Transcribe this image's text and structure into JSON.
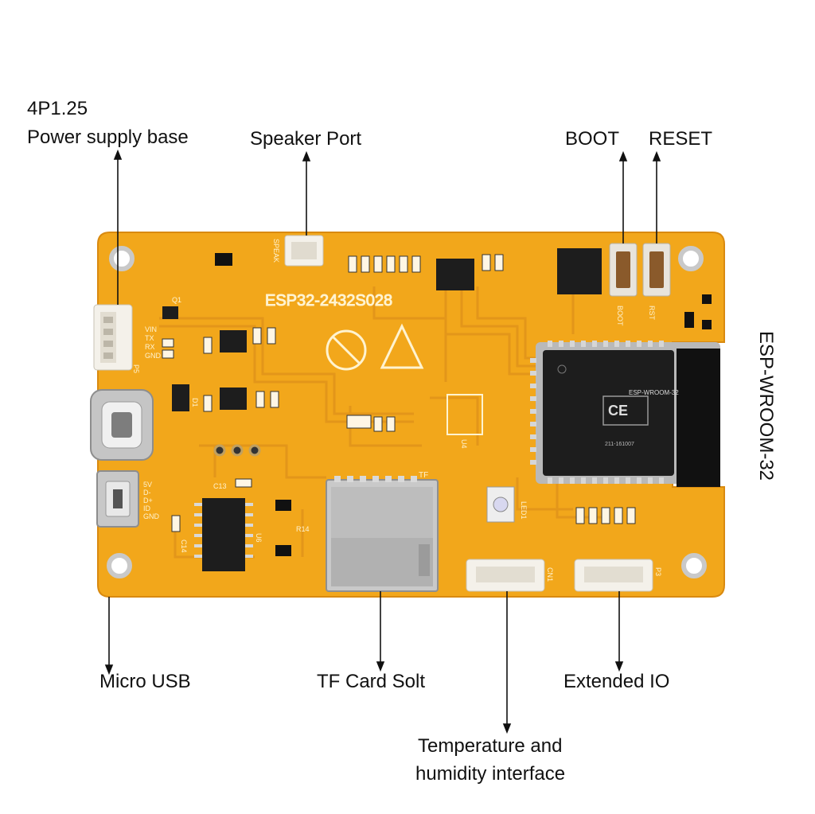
{
  "colors": {
    "pcb": "#f2a71b",
    "pcb_dark": "#d98a10",
    "trace": "#e09512",
    "chip": "#1d1d1d",
    "connector": "#f4f1ea",
    "metal": "#b9b9b9",
    "arrow": "#111111"
  },
  "labels": {
    "power_line1": "4P1.25",
    "power_line2": "Power supply base",
    "speaker": "Speaker Port",
    "boot": "BOOT",
    "reset": "RESET",
    "module": "ESP-WROOM-32",
    "micro_usb": "Micro USB",
    "tf_card": "TF Card Solt",
    "extended_io": "Extended IO",
    "temp_line1": "Temperature and",
    "temp_line2": "humidity interface"
  },
  "board": {
    "silkscreen_title": "ESP32-2432S028",
    "module_text": "ESP-WROOM-32",
    "module_cert": "211-161007",
    "silk_speak": "SPEAK",
    "silk_boot": "BOOT",
    "silk_rst": "RST",
    "silk_tf": "TF",
    "silk_led": "LED1",
    "silk_pins_power": [
      "VIN",
      "TX",
      "RX",
      "GND"
    ],
    "silk_pins_usb": [
      "5V",
      "D-",
      "D+",
      "ID",
      "GND"
    ],
    "silk_p5": "P5",
    "silk_p3": "P3",
    "silk_cn1": "CN1",
    "silk_u6": "U6",
    "silk_u4": "U4",
    "silk_d1": "D1",
    "silk_q1": "Q1",
    "silk_r14": "R14",
    "silk_c13": "C13",
    "silk_c14": "C14"
  }
}
